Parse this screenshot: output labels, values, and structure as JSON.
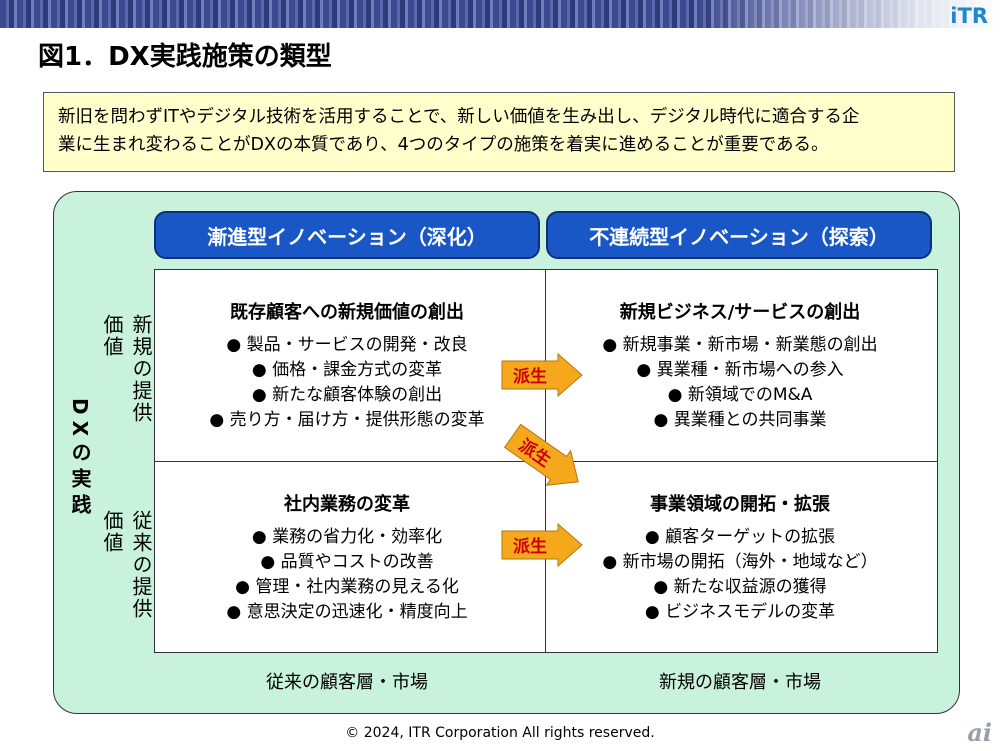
{
  "logo": "iTR",
  "title": "図1．DX実践施策の類型",
  "intro": {
    "line1": "新旧を問わずITやデジタル技術を活用することで、新しい価値を生み出し、デジタル時代に適合する企",
    "line2": "業に生まれ変わることがDXの本質であり、4つのタイプの施策を着実に進めることが重要である。"
  },
  "columns": {
    "left": "漸進型イノベーション（深化）",
    "right": "不連続型イノベーション（探索）"
  },
  "rows": {
    "top": "新規の提供価値",
    "bottom": "従来の提供価値",
    "axis_title": "DXの実践"
  },
  "cells": {
    "top_left": {
      "title": "既存顧客への新規価値の創出",
      "items": [
        "● 製品・サービスの開発・改良",
        "● 価格・課金方式の変革",
        "● 新たな顧客体験の創出",
        "● 売り方・届け方・提供形態の変革"
      ]
    },
    "top_right": {
      "title": "新規ビジネス/サービスの創出",
      "items": [
        "● 新規事業・新市場・新業態の創出",
        "● 異業種・新市場への参入",
        "● 新領域でのM&A",
        "● 異業種との共同事業"
      ]
    },
    "bottom_left": {
      "title": "社内業務の変革",
      "items": [
        "● 業務の省力化・効率化",
        "● 品質やコストの改善",
        "● 管理・社内業務の見える化",
        "● 意思決定の迅速化・精度向上"
      ]
    },
    "bottom_right": {
      "title": "事業領域の開拓・拡張",
      "items": [
        "● 顧客ターゲットの拡張",
        "● 新市場の開拓（海外・地域など）",
        "● 新たな収益源の獲得",
        "● ビジネスモデルの変革"
      ]
    }
  },
  "arrows": {
    "top": "派生",
    "diagonal": "派生",
    "bottom": "派生"
  },
  "axis": {
    "left": "従来の顧客層・市場",
    "right": "新規の顧客層・市場"
  },
  "footer": "© 2024, ITR Corporation  All rights reserved.",
  "watermark": "ai",
  "colors": {
    "pill": "#1a57c6",
    "panel": "#c8f2dc",
    "intro_bg": "#ffffcc",
    "arrow_fill": "#f5a81c",
    "arrow_text": "#cc0000"
  }
}
